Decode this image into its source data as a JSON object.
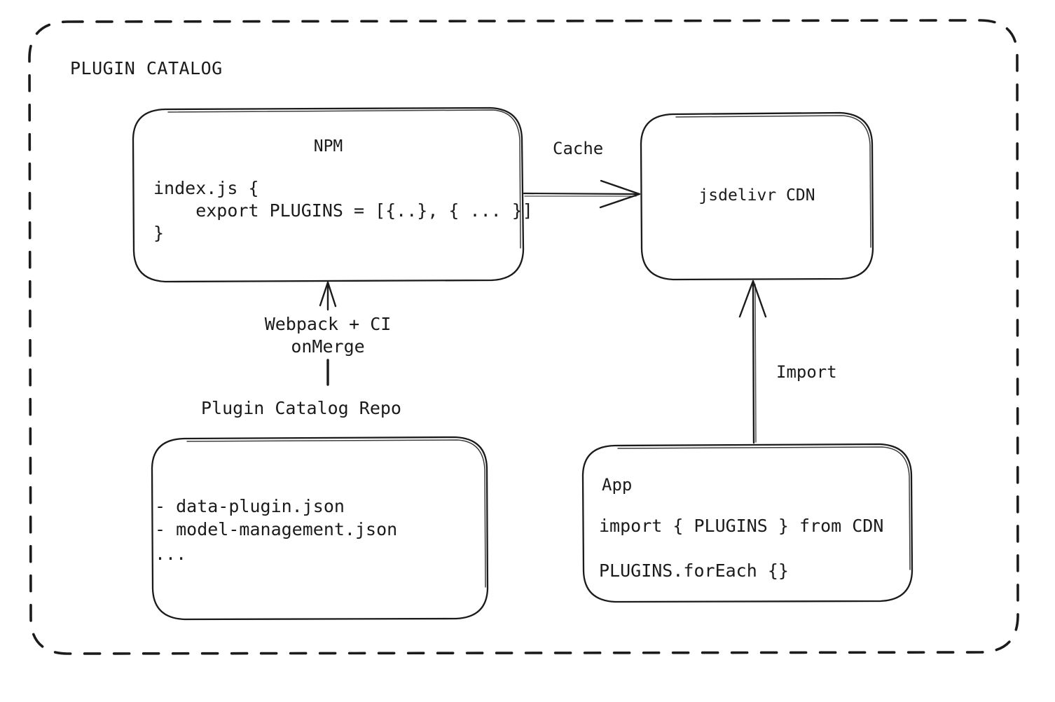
{
  "diagram": {
    "type": "flowchart",
    "style": "hand-drawn",
    "background_color": "#ffffff",
    "stroke_color": "#1b1b1b",
    "group": {
      "label": "PLUGIN CATALOG",
      "border_style": "dashed-rounded"
    },
    "nodes": [
      {
        "id": "npm",
        "title": "NPM",
        "title_align": "center",
        "lines": [
          "index.js {",
          "    export PLUGINS = [{..}, { ... }]",
          "}"
        ]
      },
      {
        "id": "cdn",
        "title": "jsdelivr CDN",
        "title_align": "center",
        "lines": []
      },
      {
        "id": "repo",
        "title": "",
        "external_label": "Plugin Catalog Repo",
        "lines": [
          "- data-plugin.json",
          "- model-management.json",
          "..."
        ]
      },
      {
        "id": "app",
        "title": "App",
        "title_align": "left",
        "lines": [
          "import { PLUGINS } from CDN",
          "PLUGINS.forEach {}"
        ]
      }
    ],
    "edges": [
      {
        "id": "npm-to-cdn",
        "label": "Cache",
        "from": "npm",
        "to": "cdn",
        "direction": "right"
      },
      {
        "id": "repo-to-npm",
        "label_line1": "Webpack + CI",
        "label_line2": "onMerge",
        "from": "repo",
        "to": "npm",
        "direction": "up"
      },
      {
        "id": "cdn-to-app",
        "label": "Import",
        "from": "app",
        "to": "cdn",
        "direction": "up"
      }
    ]
  }
}
